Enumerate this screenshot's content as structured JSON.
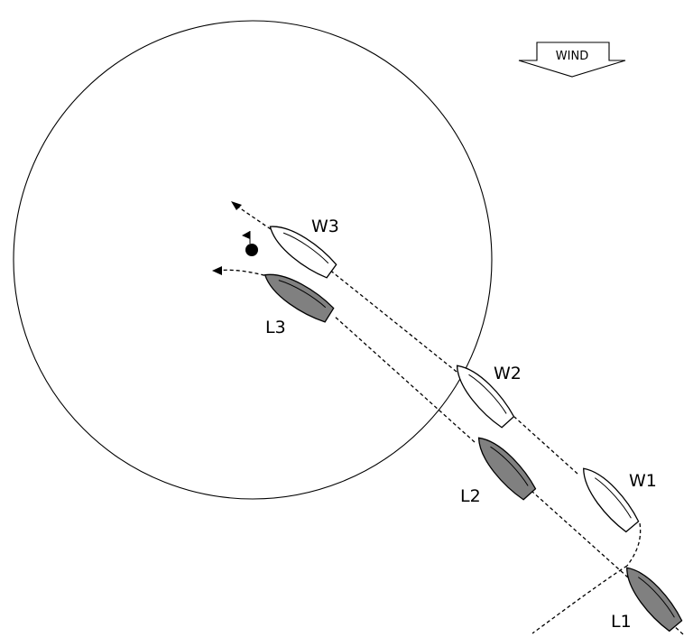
{
  "wind": {
    "label": "WIND",
    "direction": "down"
  },
  "boats": {
    "windward": {
      "color": "#ffffff",
      "positions": [
        "W1",
        "W2",
        "W3"
      ]
    },
    "leeward": {
      "color": "#808080",
      "positions": [
        "L1",
        "L2",
        "L3"
      ]
    }
  },
  "labels": {
    "w1": "W1",
    "w2": "W2",
    "w3": "W3",
    "l1": "L1",
    "l2": "L2",
    "l3": "L3"
  },
  "mark": {
    "kind": "rounding-mark",
    "has_flag": true
  },
  "zone": {
    "kind": "circle"
  }
}
